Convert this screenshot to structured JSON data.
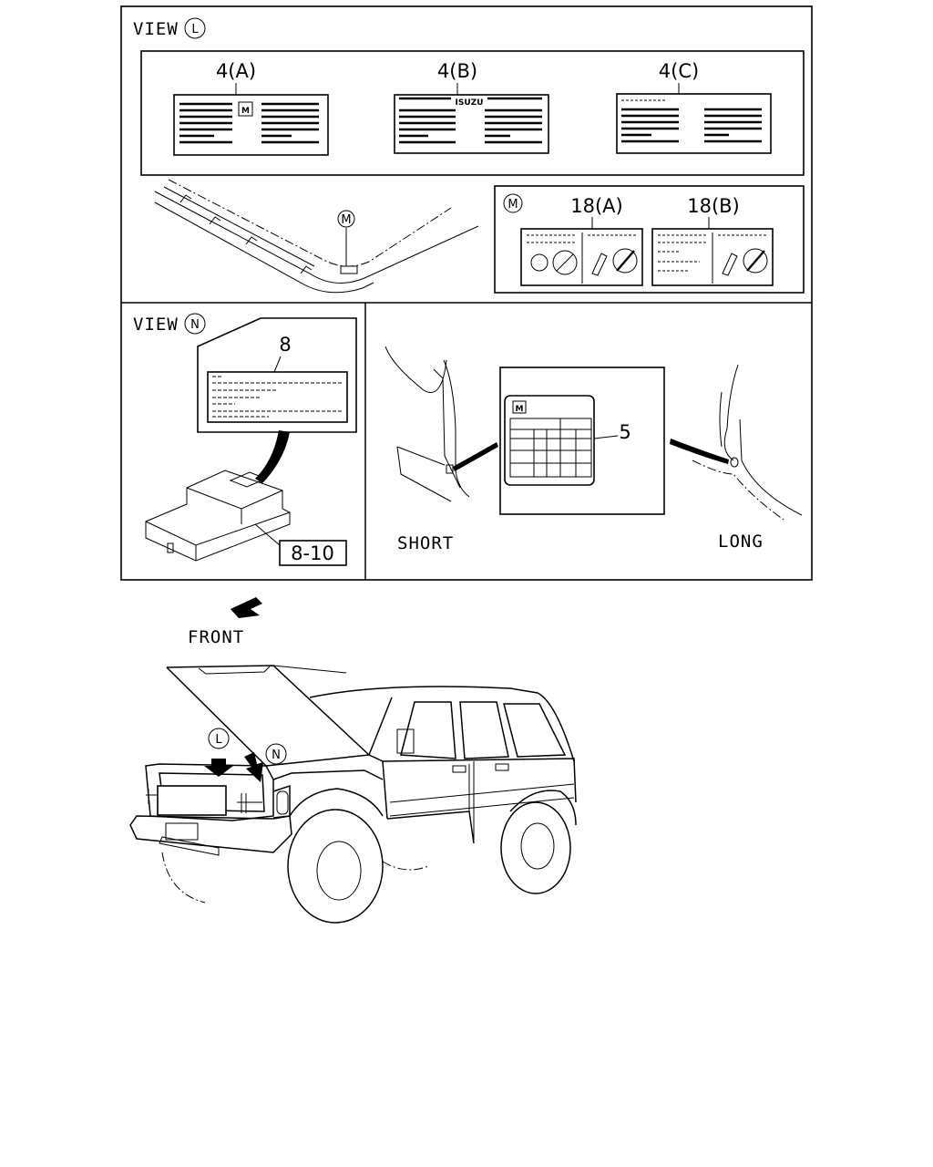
{
  "view_l": {
    "title": "VIEW",
    "marker": "L",
    "labels": [
      {
        "text": "4(A)",
        "logo": "M"
      },
      {
        "text": "4(B)",
        "logo": "ISUZU"
      },
      {
        "text": "4(C)"
      }
    ],
    "inset_marker": "M"
  },
  "view_m": {
    "marker": "M",
    "labels": [
      "18(A)",
      "18(B)"
    ]
  },
  "view_n": {
    "title": "VIEW",
    "marker": "N",
    "label_number": "8",
    "part_range": "8-10"
  },
  "door_label": {
    "number": "5",
    "logo": "M",
    "short_text": "SHORT",
    "long_text": "LONG"
  },
  "vehicle": {
    "front_text": "FRONT",
    "marker_l": "L",
    "marker_n": "N"
  },
  "icons": [
    "front-arrow-icon",
    "down-arrow-icon",
    "label-logo-icon",
    "no-smoking-icon"
  ]
}
